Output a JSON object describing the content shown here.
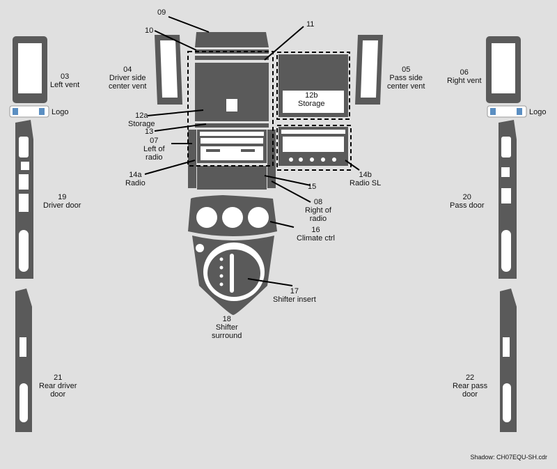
{
  "colors": {
    "part_fill": "#5a5a5a",
    "cutout_fill": "#ffffff",
    "background": "#e0e0e0",
    "logo_blue": "#5b8fc2",
    "leader": "#000000"
  },
  "parts": {
    "p03": {
      "number": "03",
      "name": "Left vent"
    },
    "logo_left": {
      "name": "Logo"
    },
    "p19": {
      "number": "19",
      "name": "Driver door"
    },
    "p21": {
      "number": "21",
      "name_line1": "Rear driver",
      "name_line2": "door"
    },
    "p09": {
      "number": "09"
    },
    "p10": {
      "number": "10"
    },
    "p11": {
      "number": "11"
    },
    "p04": {
      "number": "04",
      "name_line1": "Driver side",
      "name_line2": "center vent"
    },
    "p05": {
      "number": "05",
      "name_line1": "Pass side",
      "name_line2": "center vent"
    },
    "p12b": {
      "number": "12b",
      "name": "Storage"
    },
    "p12a": {
      "number": "12a",
      "name": "Storage"
    },
    "p13": {
      "number": "13"
    },
    "p07": {
      "number": "07",
      "name_line1": "Left of",
      "name_line2": "radio"
    },
    "p14a": {
      "number": "14a",
      "name": "Radio"
    },
    "p14b": {
      "number": "14b",
      "name": "Radio SL"
    },
    "p15": {
      "number": "15"
    },
    "p08": {
      "number": "08",
      "name_line1": "Right of",
      "name_line2": "radio"
    },
    "p16": {
      "number": "16",
      "name": "Climate ctrl"
    },
    "p17": {
      "number": "17",
      "name": "Shifter insert"
    },
    "p18": {
      "number": "18",
      "name_line1": "Shifter",
      "name_line2": "surround"
    },
    "p06": {
      "number": "06",
      "name": "Right vent"
    },
    "logo_right": {
      "name": "Logo"
    },
    "p20": {
      "number": "20",
      "name": "Pass door"
    },
    "p22": {
      "number": "22",
      "name_line1": "Rear pass",
      "name_line2": "door"
    }
  },
  "footer": "Shadow: CH07EQU-SH.cdr"
}
